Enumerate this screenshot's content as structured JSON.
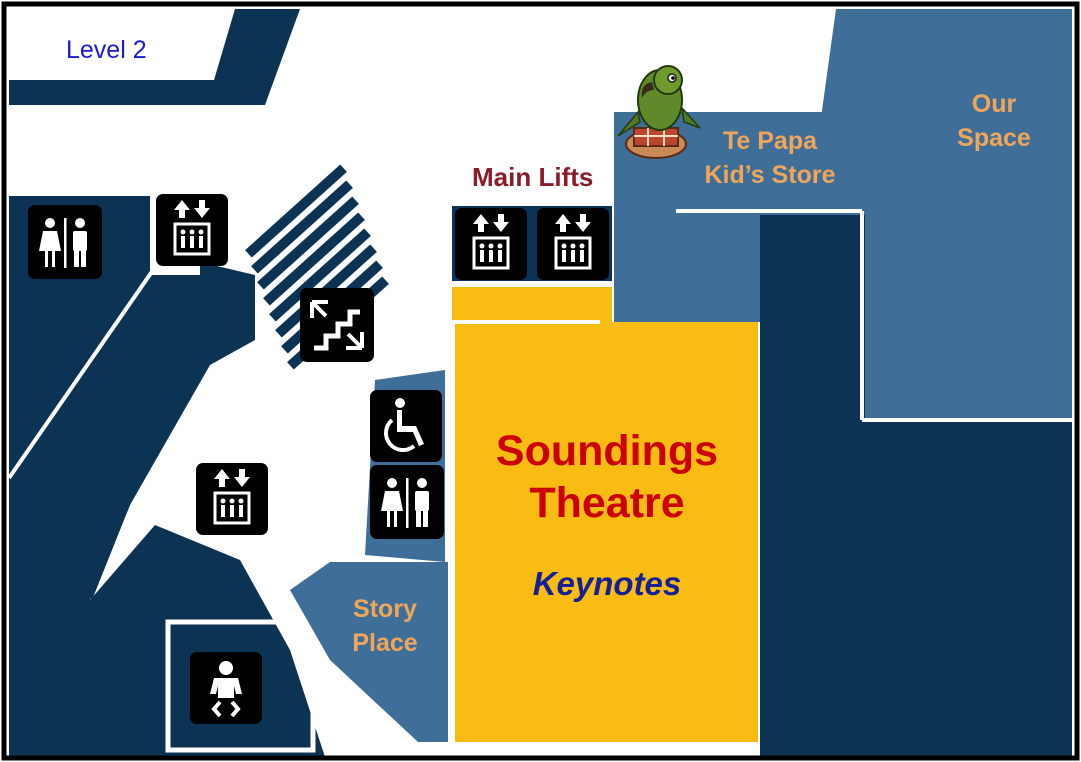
{
  "map": {
    "level": "Level 2",
    "colors": {
      "dark_navy": "#0d3354",
      "mid_blue": "#3f6f98",
      "theatre_yellow": "#f8bc12",
      "label_orange": "#f0a65a",
      "theatre_red": "#cc0000",
      "keynote_blue": "#152098",
      "lifts_label": "#8c1c2a",
      "level_label": "#1a1ad6"
    },
    "areas": {
      "te_papa_store": {
        "line1": "Te Papa",
        "line2": "Kid’s Store"
      },
      "our_space": {
        "line1": "Our",
        "line2": "Space"
      },
      "main_lifts": "Main Lifts",
      "story_place": {
        "line1": "Story",
        "line2": "Place"
      },
      "theatre": {
        "line1": "Soundings",
        "line2": "Theatre",
        "subtitle": "Keynotes"
      }
    },
    "icons": {
      "toilets": "toilets-icon",
      "lift": "lift-icon",
      "stairs": "stairs-icon",
      "accessible": "wheelchair-icon",
      "baby_change": "baby-change-icon",
      "mascot": "parrot-mascot-icon"
    }
  }
}
